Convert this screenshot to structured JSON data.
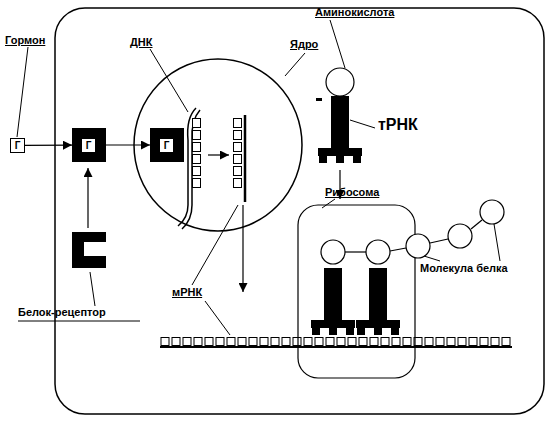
{
  "diagram": {
    "nodes": [
      {
        "text": [
          "Г"
        ]
      },
      {
        "text": [
          "Г"
        ]
      },
      {
        "text": [
          "Ядро"
        ]
      },
      {
        "text": [
          "Г"
        ],
        "in": 2
      }
    ],
    "edges": [
      {
        "from": 0,
        "to": 1,
        "arrow": "to"
      },
      {
        "from": 1,
        "to": 3,
        "arrow": "to"
      }
    ],
    "labels": [
      "Гормон",
      "ДНК",
      "Аминокислота",
      "тРНК",
      "Рибосома",
      "мРНК",
      "Молекула белка",
      "Белок-рецептор"
    ]
  }
}
